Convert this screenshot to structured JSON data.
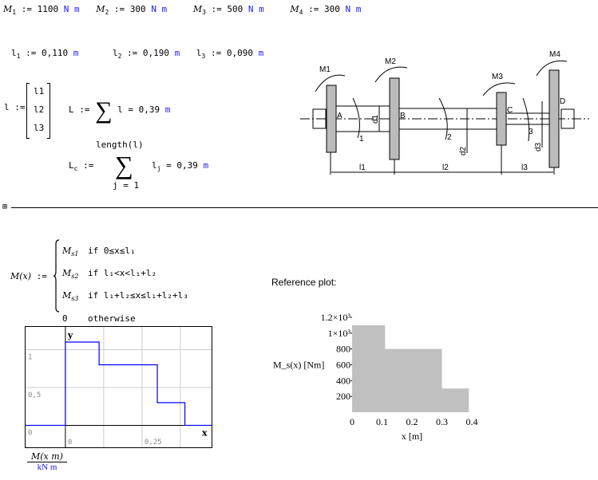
{
  "moments": [
    {
      "name": "M",
      "sub": "1",
      "value": "1100",
      "unit": "N m"
    },
    {
      "name": "M",
      "sub": "2",
      "value": "300",
      "unit": "N m"
    },
    {
      "name": "M",
      "sub": "3",
      "value": "500",
      "unit": "N m"
    },
    {
      "name": "M",
      "sub": "4",
      "value": "300",
      "unit": "N m"
    }
  ],
  "lengths": [
    {
      "name": "l",
      "sub": "1",
      "value": "0,110",
      "unit": "m"
    },
    {
      "name": "l",
      "sub": "2",
      "value": "0,190",
      "unit": "m"
    },
    {
      "name": "l",
      "sub": "3",
      "value": "0,090",
      "unit": "m"
    }
  ],
  "vector": {
    "name": "l",
    "items": [
      "l1",
      "l2",
      "l3"
    ]
  },
  "sum_L": {
    "lhs": "L",
    "expr": "l",
    "result": "0,39",
    "unit": "m"
  },
  "sum_Lc": {
    "lhs": "L",
    "lhs_sub": "c",
    "upper": "length(l)",
    "lower": "j = 1",
    "term": "l",
    "term_sub": "j",
    "result": "0,39",
    "unit": "m"
  },
  "region_toggle": "⊞",
  "piecewise": {
    "lhs": "M(x)",
    "rows": [
      {
        "val": "M",
        "val_sub": "s1",
        "cond": "if  0≤x≤l₁"
      },
      {
        "val": "M",
        "val_sub": "s2",
        "cond": "if  l₁<x<l₁+l₂"
      },
      {
        "val": "M",
        "val_sub": "s3",
        "cond": "if  l₁+l₂≤x≤l₁+l₂+l₃"
      },
      {
        "val": "0",
        "val_sub": "",
        "cond": "otherwise"
      }
    ]
  },
  "diagram": {
    "labels": [
      "M1",
      "M2",
      "M3",
      "M4",
      "A",
      "B",
      "C",
      "D",
      "d1",
      "d2",
      "d3",
      "1",
      "2",
      "3",
      "l1",
      "l2",
      "l3"
    ]
  },
  "chart_data": [
    {
      "type": "line",
      "title": "",
      "xlabel": "x",
      "ylabel": "y",
      "y_expr_num": "M(x m)",
      "y_expr_den": "kN m",
      "xlim": [
        -0.13,
        0.477
      ],
      "ylim": [
        -0.29,
        1.3
      ],
      "grid": true,
      "color": "#0000ff",
      "x_ticks": [
        "0",
        "0,25"
      ],
      "y_ticks": [
        "0",
        "0,5",
        "1"
      ],
      "x": [
        -0.13,
        0,
        0,
        0.11,
        0.11,
        0.3,
        0.3,
        0.39,
        0.39,
        0.477
      ],
      "y": [
        0,
        0,
        1.1,
        1.1,
        0.8,
        0.8,
        0.3,
        0.3,
        0,
        0
      ]
    },
    {
      "type": "area",
      "title": "Reference plot:",
      "xlabel": "x [m]",
      "ylabel": "M_s(x) [Nm]",
      "xlim": [
        0,
        0.4
      ],
      "ylim": [
        0,
        1200
      ],
      "grid": false,
      "color": "#c0c0c0",
      "x_ticks": [
        "0",
        "0.1",
        "0.2",
        "0.3",
        "0.4"
      ],
      "y_ticks": [
        "200",
        "400",
        "600",
        "800",
        "1×10³",
        "1.2×10³"
      ],
      "x": [
        0,
        0.11,
        0.11,
        0.3,
        0.3,
        0.39
      ],
      "y": [
        1100,
        1100,
        800,
        800,
        300,
        300
      ]
    }
  ]
}
